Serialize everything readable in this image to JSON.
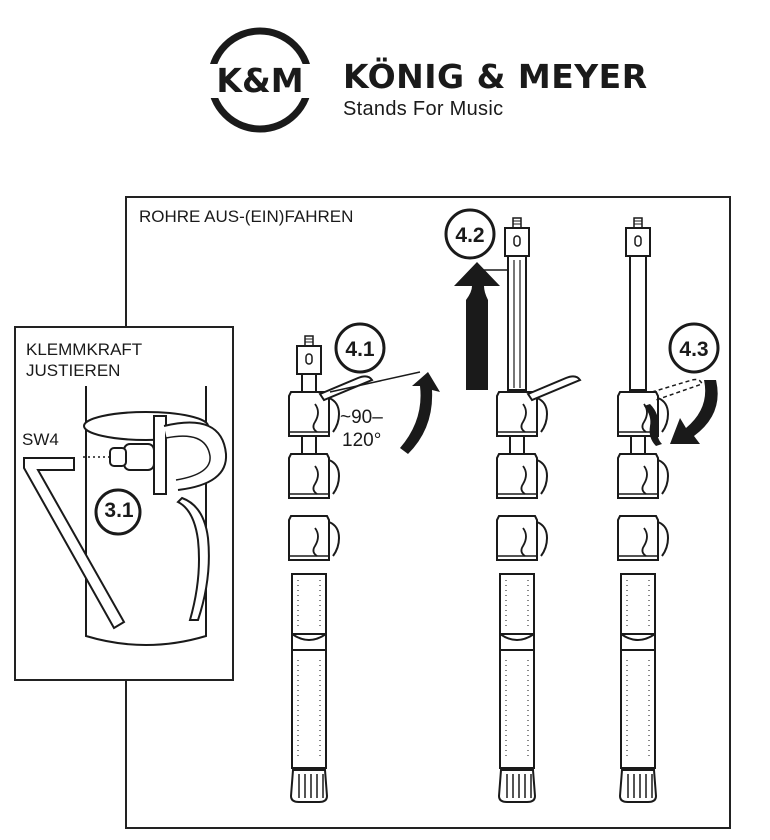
{
  "logo": {
    "mark": "K&M",
    "brand": "KÖNIG & MEYER",
    "tagline": "Stands For Music"
  },
  "main_panel": {
    "title": "ROHRE AUS-(EIN)FAHREN",
    "steps": {
      "step1": "4.1",
      "step2": "4.2",
      "step3": "4.3"
    },
    "angle_line1": "~90–",
    "angle_line2": "120°"
  },
  "side_panel": {
    "title": "KLEMMKRAFT JUSTIEREN",
    "tool_label": "SW4",
    "step": "3.1"
  }
}
